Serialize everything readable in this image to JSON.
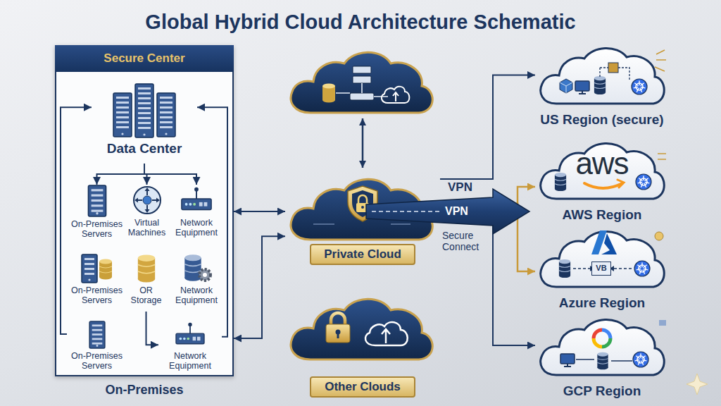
{
  "diagram": {
    "title": "Global Hybrid Cloud Architecture Schematic",
    "nodes": [
      {
        "text": [
          "Secure Center",
          "On-Premises"
        ]
      },
      {
        "text": [
          "Data Center"
        ],
        "in": 0
      },
      {
        "text": [
          "On-Premises Servers"
        ],
        "in": 0
      },
      {
        "text": [
          "Virtual Machines"
        ],
        "in": 0
      },
      {
        "text": [
          "Network Equipment"
        ],
        "in": 0
      },
      {
        "text": [
          "On-Premises Servers"
        ],
        "in": 0
      },
      {
        "text": [
          "OR Storage"
        ],
        "in": 0
      },
      {
        "text": [
          "Network Equipment"
        ],
        "in": 0
      },
      {
        "text": [
          "On-Premises Servers"
        ],
        "in": 0
      },
      {
        "text": [
          "Network Equipment"
        ],
        "in": 0
      },
      {
        "text": [
          "Private Cloud"
        ]
      },
      {
        "text": [
          "Other Clouds"
        ]
      },
      {
        "text": [
          "US Region (secure)"
        ]
      },
      {
        "text": [
          "aws",
          "AWS Region"
        ]
      },
      {
        "text": [
          "VB",
          "Azure Region"
        ]
      },
      {
        "text": [
          "GCP Region"
        ]
      }
    ],
    "edges": [
      {
        "from": 1,
        "to": 2,
        "arrow": "to"
      },
      {
        "from": 1,
        "to": 3,
        "arrow": "to"
      },
      {
        "from": 1,
        "to": 4,
        "arrow": "to"
      },
      {
        "from": 8,
        "to": 1,
        "arrow": "to"
      },
      {
        "from": 9,
        "to": 1,
        "arrow": "to"
      },
      {
        "from": 6,
        "to": 9,
        "arrow": "to"
      },
      {
        "from": 0,
        "to": 10,
        "arrow": "both"
      },
      {
        "from": 0,
        "to": 10,
        "arrow": "both"
      },
      {
        "from": 10,
        "to": 12,
        "arrow": "to"
      },
      {
        "from": 10,
        "to": 13,
        "arrow": "to"
      },
      {
        "from": 10,
        "to": 14,
        "arrow": "to"
      },
      {
        "from": 10,
        "to": 15,
        "arrow": "to"
      }
    ],
    "labels": [
      "VPN",
      "VPN",
      "Secure Connect"
    ]
  }
}
